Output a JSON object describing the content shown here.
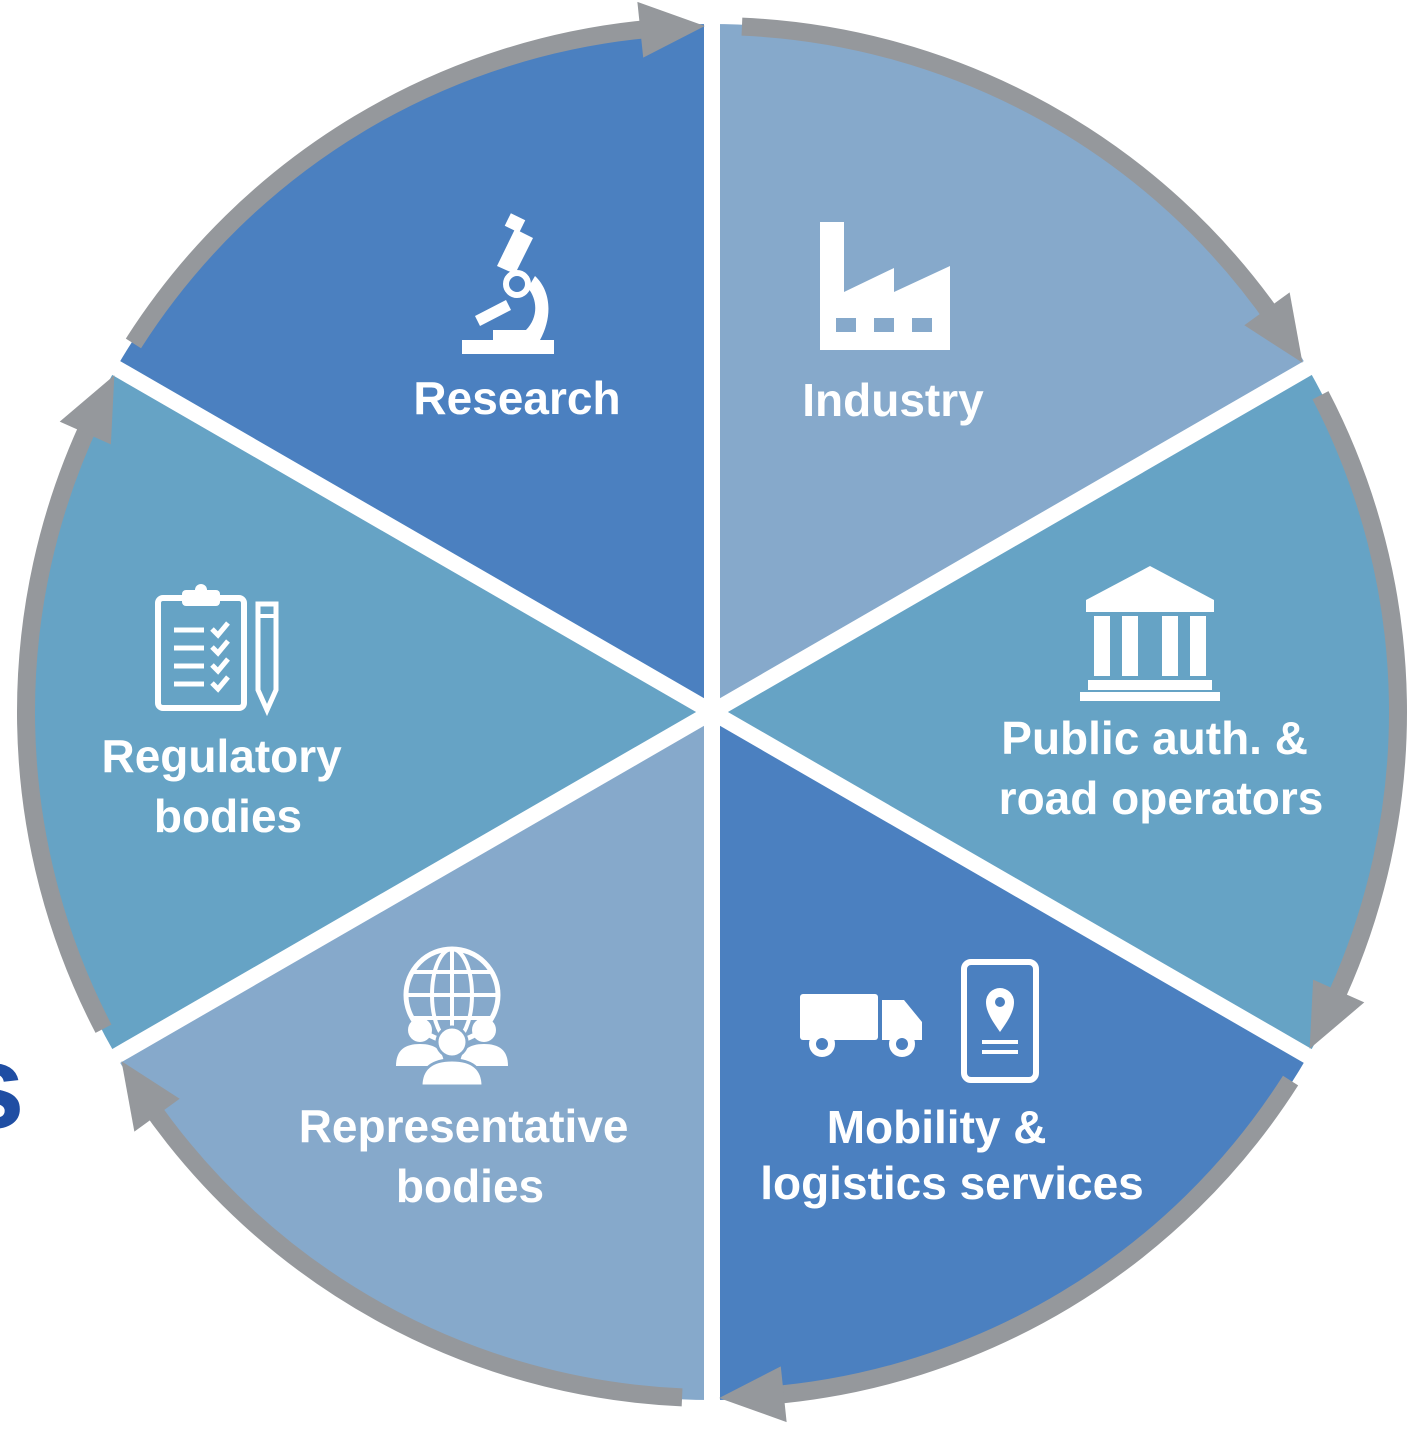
{
  "colors": {
    "ring": "#95989c",
    "divider": "#ffffff",
    "icon": "#ffffff",
    "label": "#ffffff",
    "edge_text": "#1f4ea3"
  },
  "segments": [
    {
      "id": "research",
      "lines": [
        "Research"
      ],
      "icon": "microscope-icon",
      "fill": "#4b80c0"
    },
    {
      "id": "industry",
      "lines": [
        "Industry"
      ],
      "icon": "factory-icon",
      "fill": "#86a9cb"
    },
    {
      "id": "public-authorities",
      "lines": [
        "Public auth. &",
        "road operators"
      ],
      "icon": "government-building-icon",
      "fill": "#66a3c5"
    },
    {
      "id": "mobility-logistics",
      "lines": [
        "Mobility &",
        "logistics services"
      ],
      "icon": "truck-and-phone-map-icon",
      "fill": "#4b80c0"
    },
    {
      "id": "representative-bodies",
      "lines": [
        "Representative",
        "bodies"
      ],
      "icon": "globe-with-people-icon",
      "fill": "#86a9cb"
    },
    {
      "id": "regulatory-bodies",
      "lines": [
        "Regulatory",
        "bodies"
      ],
      "icon": "clipboard-checklist-icon",
      "fill": "#66a3c5"
    }
  ],
  "cut_off_edge_text": "s"
}
